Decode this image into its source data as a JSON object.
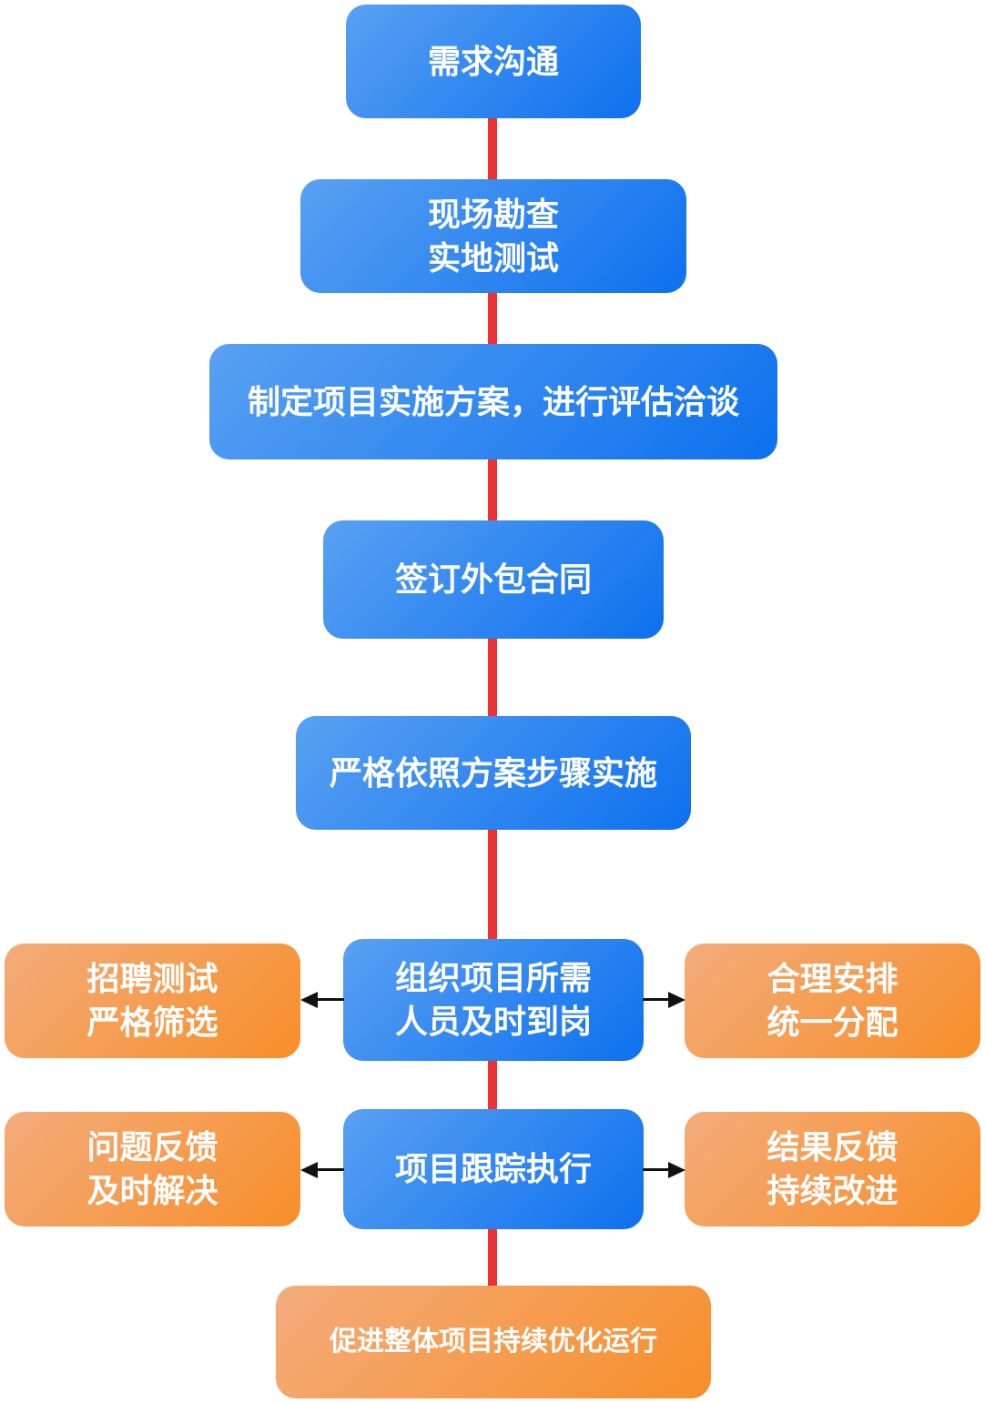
{
  "theme": {
    "canvas_bg": "#ffffff",
    "blue_from": "#59a1f2",
    "blue_to": "#0d70ee",
    "orange_from": "#f3ac7b",
    "orange_to": "#f78e29",
    "line_red": "#ed3237",
    "arrow_black": "#111111",
    "node_text": "#ffffff"
  },
  "flowchart": {
    "nodes": {
      "demand": {
        "label": "需求沟通"
      },
      "survey": {
        "label": "现场勘查\n实地测试"
      },
      "plan": {
        "label": "制定项目实施方案，进行评估洽谈"
      },
      "contract": {
        "label": "签订外包合同"
      },
      "implement": {
        "label": "严格依照方案步骤实施"
      },
      "staffing": {
        "label": "组织项目所需\n人员及时到岗"
      },
      "recruit": {
        "label": "招聘测试\n严格筛选"
      },
      "assign": {
        "label": "合理安排\n统一分配"
      },
      "tracking": {
        "label": "项目跟踪执行"
      },
      "issue_feedback": {
        "label": "问题反馈\n及时解决"
      },
      "result_feedback": {
        "label": "结果反馈\n持续改进"
      },
      "optimize": {
        "label": "促进整体项目持续优化运行"
      }
    }
  }
}
